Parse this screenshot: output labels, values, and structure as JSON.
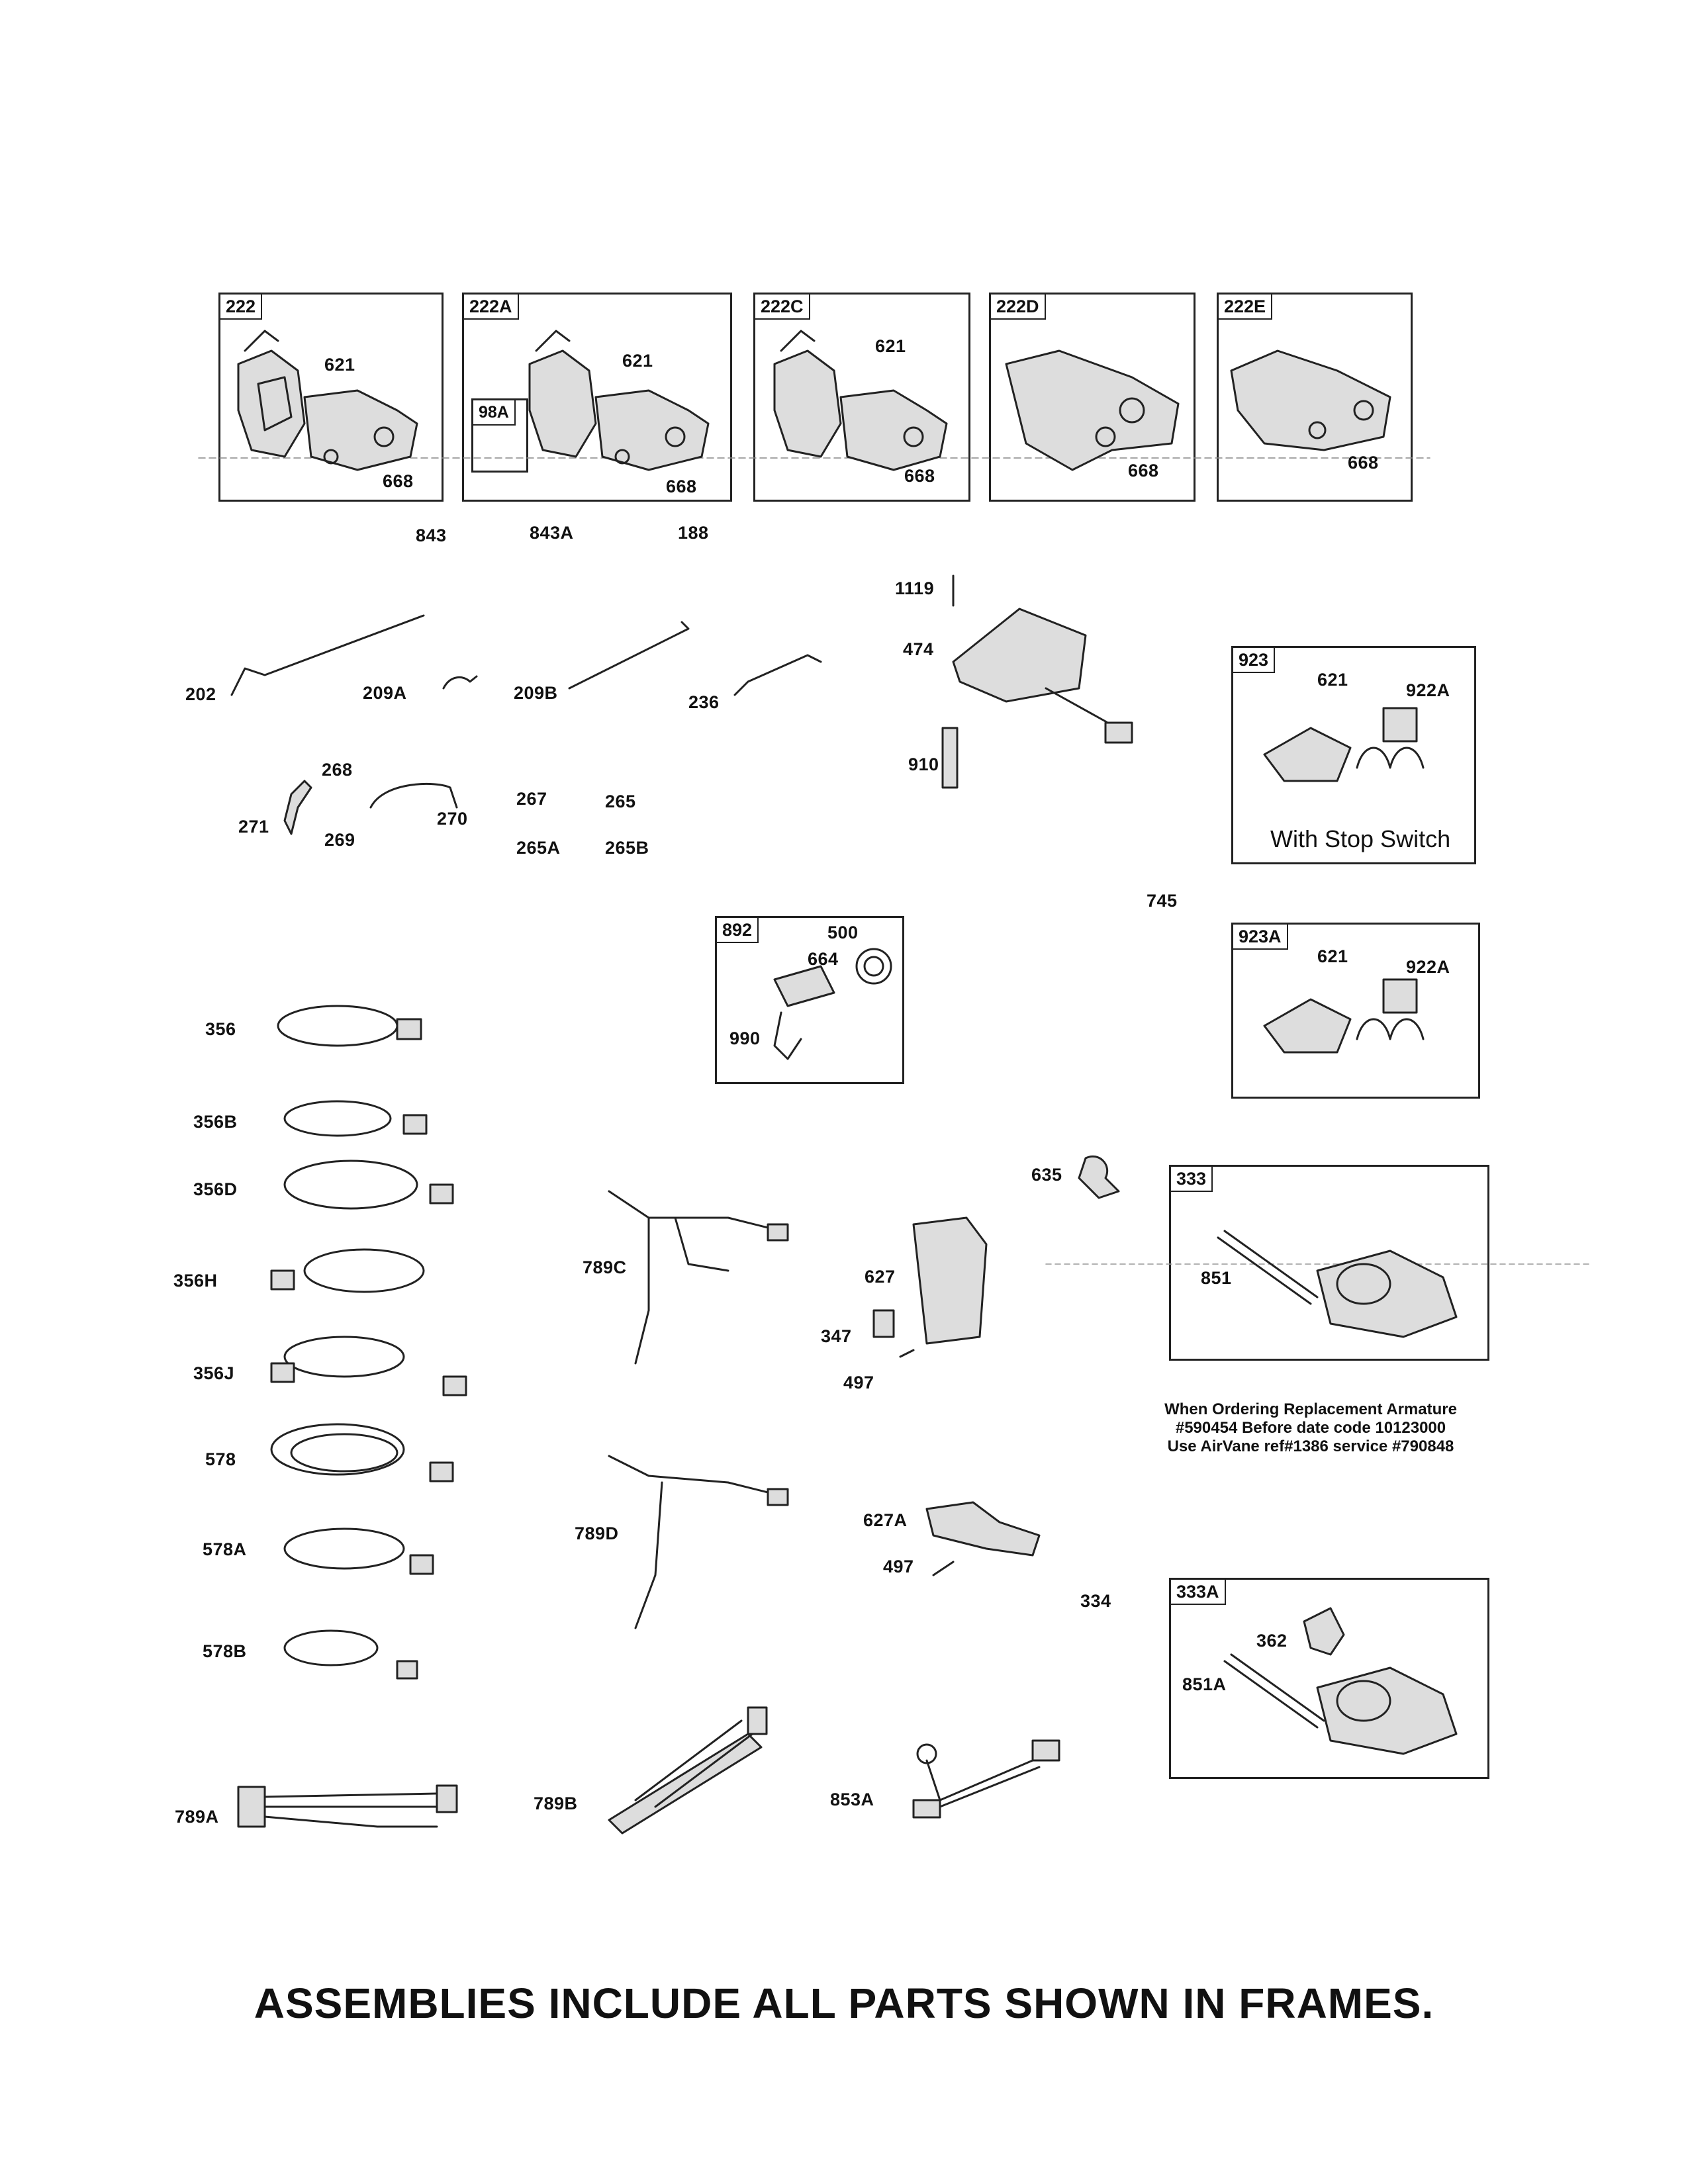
{
  "frames": {
    "f222": {
      "tag": "222"
    },
    "f222A": {
      "tag": "222A"
    },
    "f98A": {
      "tag": "98A"
    },
    "f222C": {
      "tag": "222C"
    },
    "f222D": {
      "tag": "222D"
    },
    "f222E": {
      "tag": "222E"
    },
    "f923": {
      "tag": "923",
      "caption": "With Stop Switch"
    },
    "f923A": {
      "tag": "923A"
    },
    "f892": {
      "tag": "892"
    },
    "f333": {
      "tag": "333"
    },
    "f333A": {
      "tag": "333A"
    }
  },
  "labels": {
    "l621a": "621",
    "l668a": "668",
    "l621b": "621",
    "l668b": "668",
    "l621c": "621",
    "l668c": "668",
    "l668d": "668",
    "l668e": "668",
    "l843": "843",
    "l843A": "843A",
    "l188": "188",
    "l1119": "1119",
    "l474": "474",
    "l910": "910",
    "l202": "202",
    "l209A": "209A",
    "l209B": "209B",
    "l236": "236",
    "l268": "268",
    "l271": "271",
    "l269": "269",
    "l270": "270",
    "l267": "267",
    "l265": "265",
    "l265A": "265A",
    "l265B": "265B",
    "l621f": "621",
    "l922Af": "922A",
    "l745": "745",
    "l621g": "621",
    "l922Ag": "922A",
    "l500": "500",
    "l664": "664",
    "l990": "990",
    "l356": "356",
    "l356B": "356B",
    "l356D": "356D",
    "l356H": "356H",
    "l356J": "356J",
    "l578": "578",
    "l578A": "578A",
    "l578B": "578B",
    "l789A": "789A",
    "l789C": "789C",
    "l789D": "789D",
    "l789B": "789B",
    "l635": "635",
    "l627": "627",
    "l347": "347",
    "l497a": "497",
    "l627A": "627A",
    "l497b": "497",
    "l853A": "853A",
    "l851": "851",
    "l334": "334",
    "l362": "362",
    "l851A": "851A"
  },
  "armature_note": [
    "When Ordering Replacement Armature",
    "#590454 Before date code 10123000",
    "Use AirVane ref#1386 service #790848"
  ],
  "footer": "ASSEMBLIES INCLUDE ALL PARTS SHOWN IN FRAMES."
}
